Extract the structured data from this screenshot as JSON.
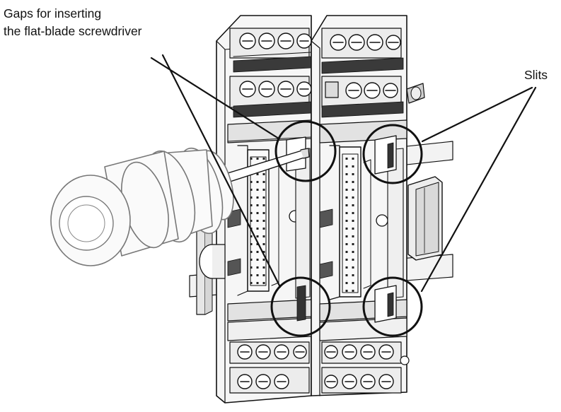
{
  "callouts": {
    "gaps": {
      "line1": "Gaps for inserting",
      "line2": "the flat-blade screwdriver"
    },
    "slits": {
      "label": "Slits"
    }
  },
  "colors": {
    "stroke": "#111111",
    "background": "#ffffff",
    "body_shade": "#e9e9e9",
    "dark_shade": "#8a8a8a"
  }
}
